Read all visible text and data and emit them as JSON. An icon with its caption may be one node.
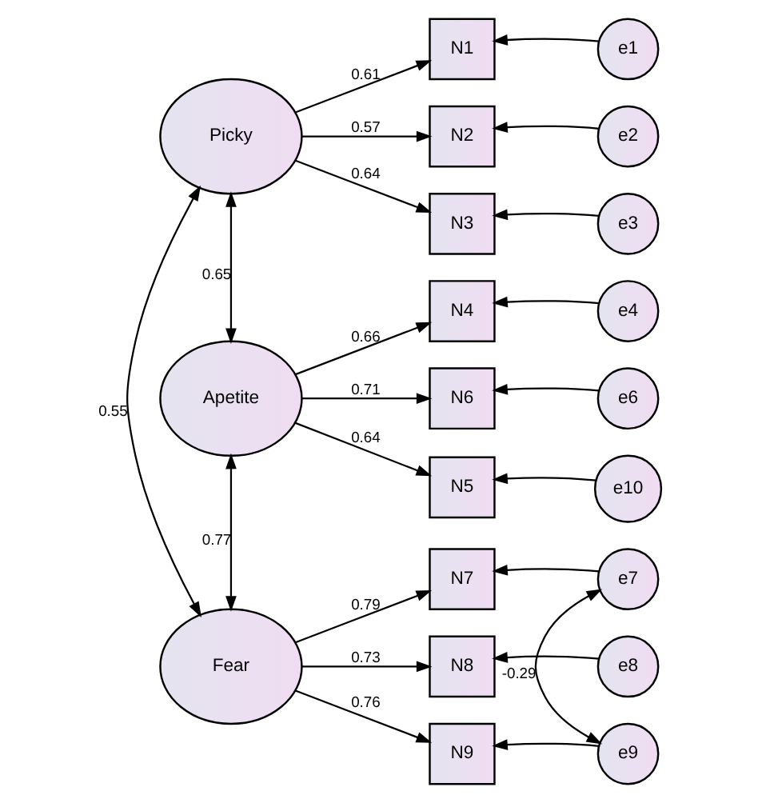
{
  "diagram": {
    "nodes": [
      {
        "text": [
          "Picky"
        ]
      },
      {
        "text": [
          "Apetite"
        ]
      },
      {
        "text": [
          "Fear"
        ]
      },
      {
        "text": [
          "N1"
        ]
      },
      {
        "text": [
          "N2"
        ]
      },
      {
        "text": [
          "N3"
        ]
      },
      {
        "text": [
          "N4"
        ]
      },
      {
        "text": [
          "N6"
        ]
      },
      {
        "text": [
          "N5"
        ]
      },
      {
        "text": [
          "N7"
        ]
      },
      {
        "text": [
          "N8"
        ]
      },
      {
        "text": [
          "N9"
        ]
      },
      {
        "text": [
          "e1"
        ]
      },
      {
        "text": [
          "e2"
        ]
      },
      {
        "text": [
          "e3"
        ]
      },
      {
        "text": [
          "e4"
        ]
      },
      {
        "text": [
          "e6"
        ]
      },
      {
        "text": [
          "e10"
        ]
      },
      {
        "text": [
          "e7"
        ]
      },
      {
        "text": [
          "e8"
        ]
      },
      {
        "text": [
          "e9"
        ]
      }
    ],
    "edges": [
      {
        "from": 0,
        "to": 3,
        "arrow": "to",
        "label": "0.61"
      },
      {
        "from": 0,
        "to": 4,
        "arrow": "to",
        "label": "0.57"
      },
      {
        "from": 0,
        "to": 5,
        "arrow": "to",
        "label": "0.64"
      },
      {
        "from": 1,
        "to": 6,
        "arrow": "to",
        "label": "0.66"
      },
      {
        "from": 1,
        "to": 7,
        "arrow": "to",
        "label": "0.71"
      },
      {
        "from": 1,
        "to": 8,
        "arrow": "to",
        "label": "0.64"
      },
      {
        "from": 2,
        "to": 9,
        "arrow": "to",
        "label": "0.79"
      },
      {
        "from": 2,
        "to": 10,
        "arrow": "to",
        "label": "0.73"
      },
      {
        "from": 2,
        "to": 11,
        "arrow": "to",
        "label": "0.76"
      },
      {
        "from": 12,
        "to": 3,
        "arrow": "to"
      },
      {
        "from": 13,
        "to": 4,
        "arrow": "to"
      },
      {
        "from": 14,
        "to": 5,
        "arrow": "to"
      },
      {
        "from": 15,
        "to": 6,
        "arrow": "to"
      },
      {
        "from": 16,
        "to": 7,
        "arrow": "to"
      },
      {
        "from": 17,
        "to": 8,
        "arrow": "to"
      },
      {
        "from": 18,
        "to": 9,
        "arrow": "to"
      },
      {
        "from": 19,
        "to": 10,
        "arrow": "to"
      },
      {
        "from": 20,
        "to": 11,
        "arrow": "to"
      },
      {
        "from": 0,
        "to": 1,
        "arrow": "both",
        "label": "0.65"
      },
      {
        "from": 1,
        "to": 2,
        "arrow": "both",
        "label": "0.77"
      },
      {
        "from": 0,
        "to": 2,
        "arrow": "both",
        "label": "0.55"
      },
      {
        "from": 18,
        "to": 20,
        "arrow": "both",
        "label": "-0.29"
      }
    ]
  }
}
